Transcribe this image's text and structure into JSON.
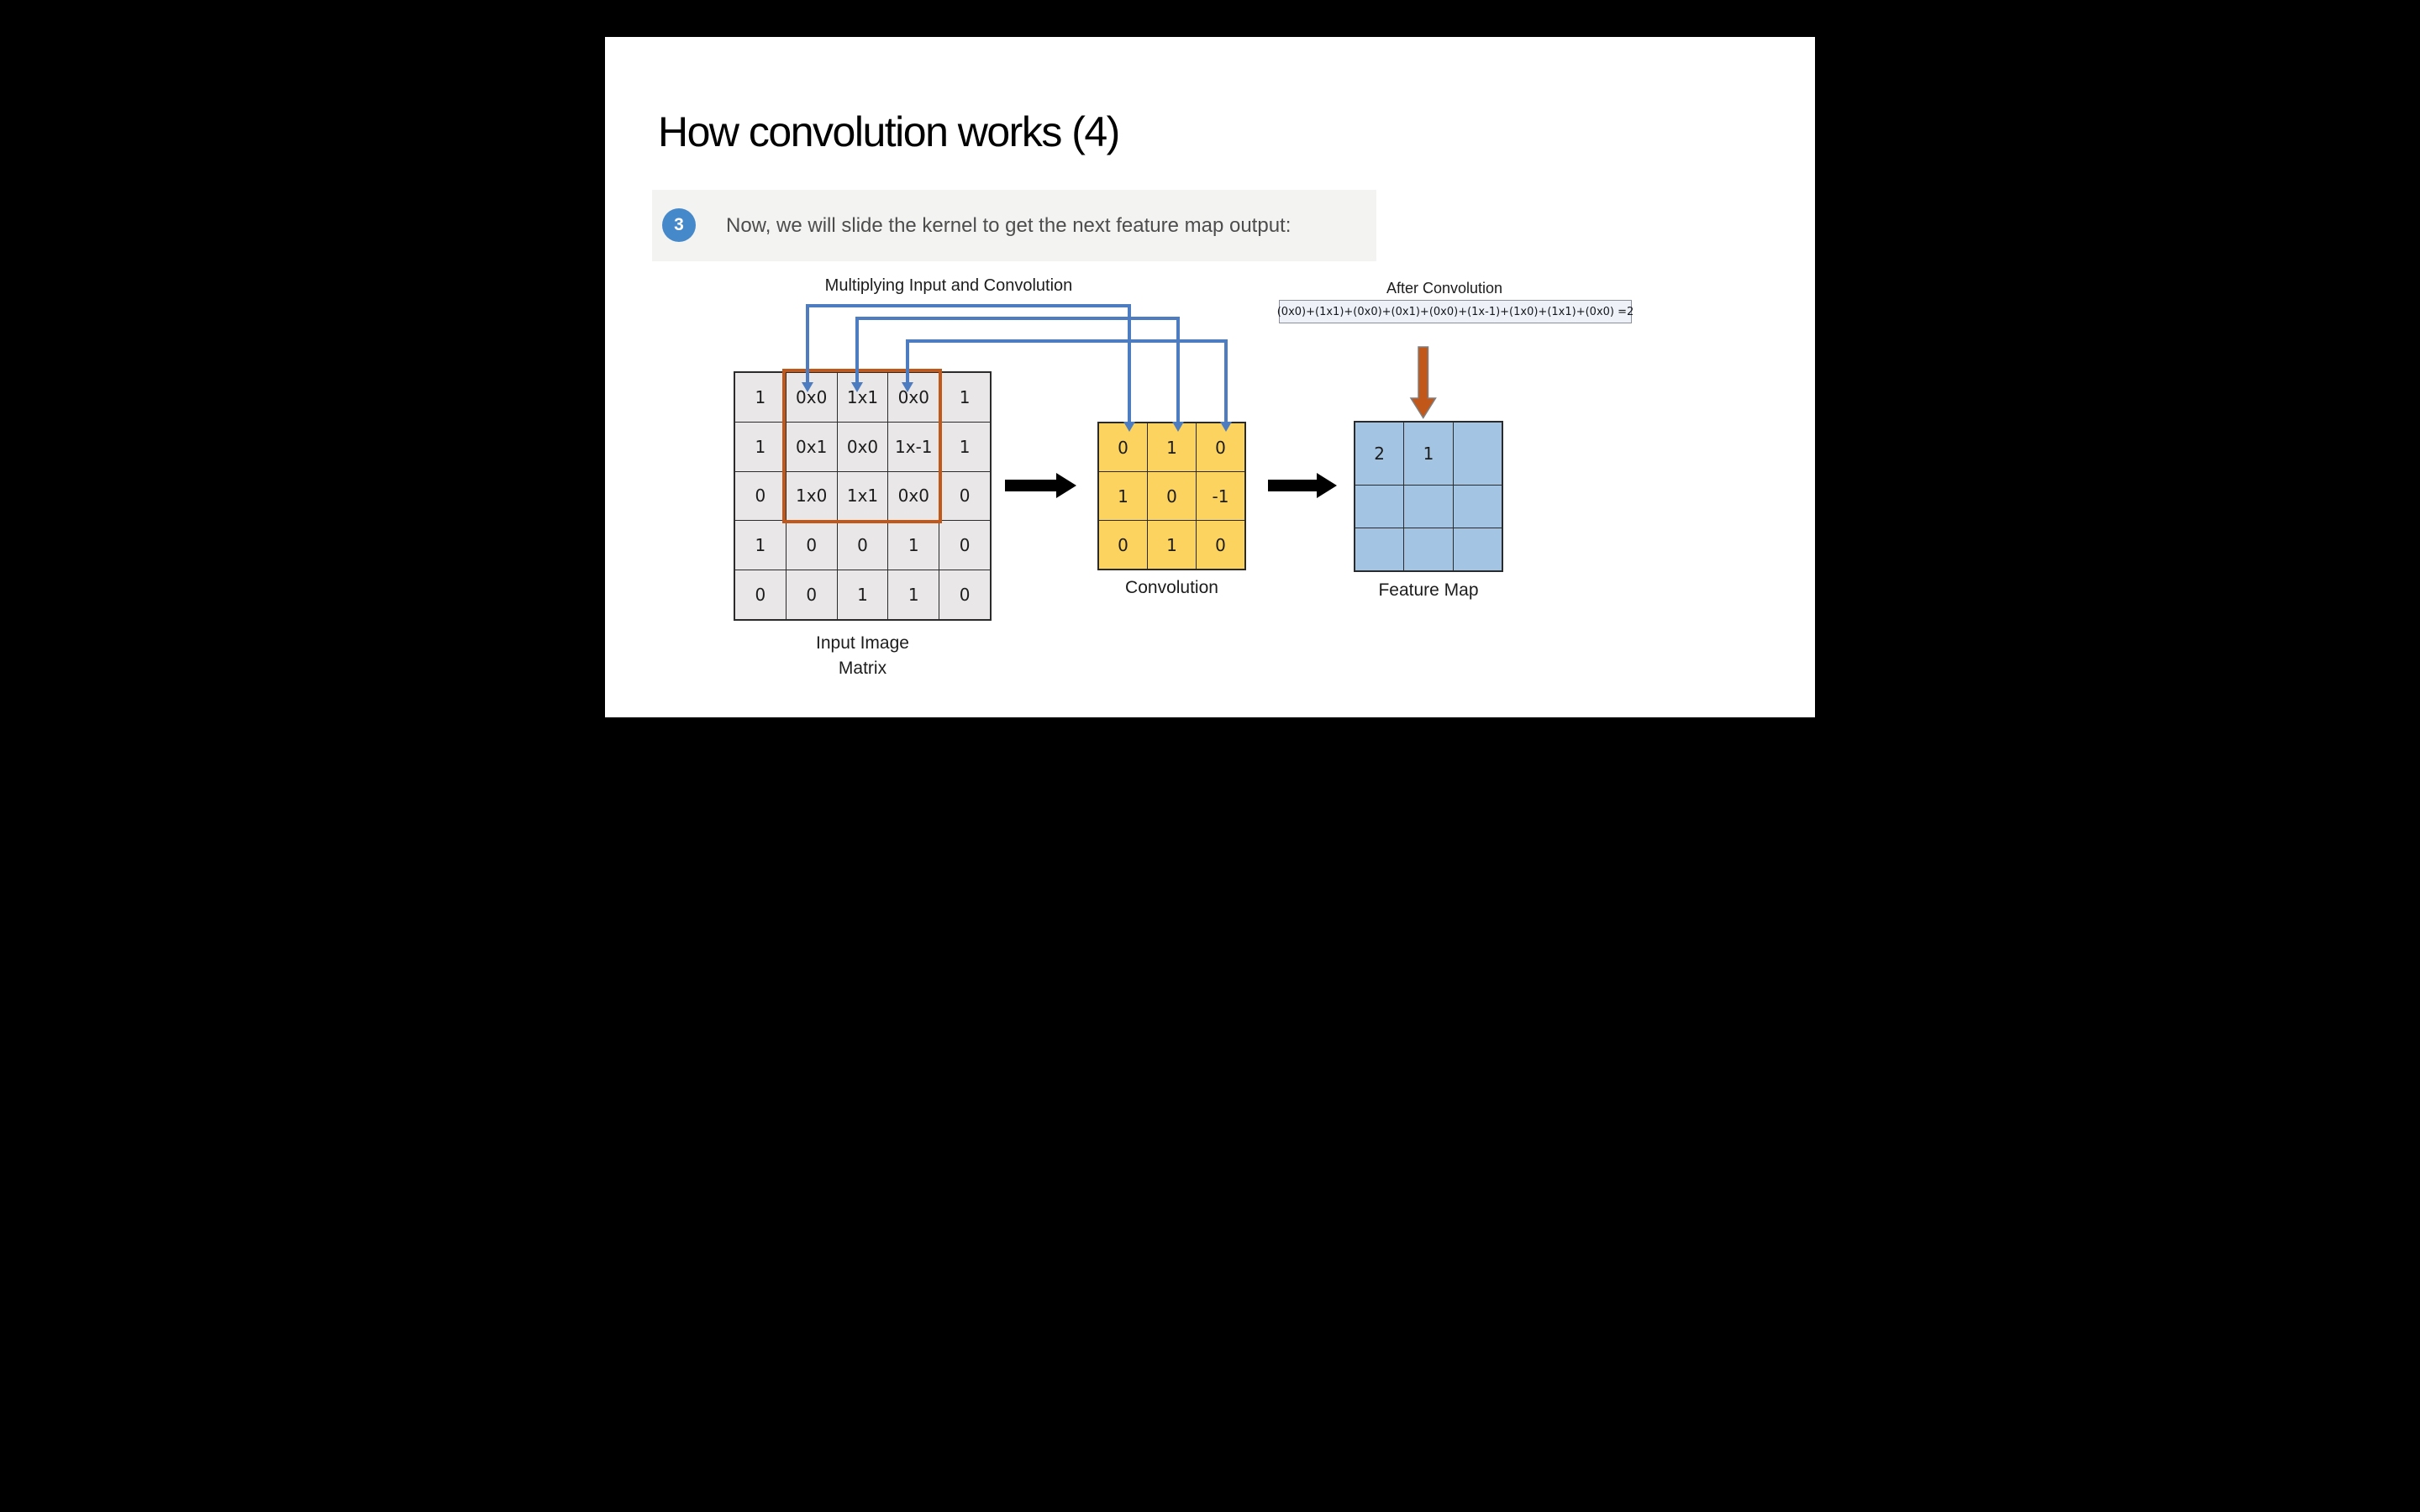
{
  "title": "How convolution works (4)",
  "step_banner": {
    "number": "3",
    "text": "Now, we will slide the kernel to get the next feature map output:"
  },
  "annotations": {
    "multiplying_label": "Multiplying Input and Convolution",
    "after_convolution_label": "After Convolution",
    "formula": "(0x0)+(1x1)+(0x0)+(0x1)+(0x0)+(1x-1)+(1x0)+(1x1)+(0x0) =2"
  },
  "input_matrix": {
    "label_line1": "Input Image",
    "label_line2": "Matrix",
    "rows": [
      [
        "1",
        "0x0",
        "1x1",
        "0x0",
        "1"
      ],
      [
        "1",
        "0x1",
        "0x0",
        "1x-1",
        "1"
      ],
      [
        "0",
        "1x0",
        "1x1",
        "0x0",
        "0"
      ],
      [
        "1",
        "0",
        "0",
        "1",
        "0"
      ],
      [
        "0",
        "0",
        "1",
        "1",
        "0"
      ]
    ],
    "highlight_region": {
      "rows": "1-3",
      "cols": "2-4"
    }
  },
  "kernel": {
    "label": "Convolution",
    "rows": [
      [
        "0",
        "1",
        "0"
      ],
      [
        "1",
        "0",
        "-1"
      ],
      [
        "0",
        "1",
        "0"
      ]
    ]
  },
  "feature_map": {
    "label": "Feature Map",
    "rows": [
      [
        "2",
        "1",
        ""
      ],
      [
        "",
        "",
        ""
      ],
      [
        "",
        "",
        ""
      ]
    ]
  },
  "colors": {
    "accent_blue": "#4e7cc1",
    "highlight_orange": "#c2571a",
    "kernel_yellow": "#fbd35e",
    "feature_blue": "#a4c4e4",
    "cell_gray": "#e9e7e7",
    "step_circle": "#4589cb",
    "banner_bg": "#f3f3f2"
  }
}
